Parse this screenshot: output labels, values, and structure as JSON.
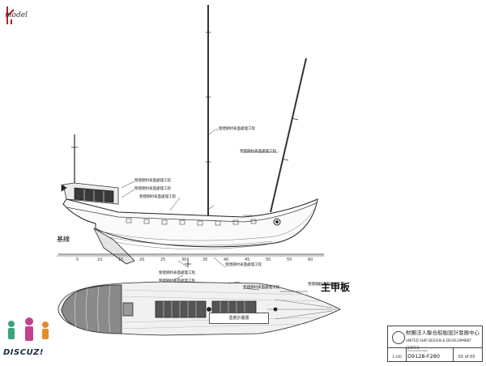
{
  "logo": {
    "text": "model"
  },
  "watermark": {
    "text": "DISCUZ!"
  },
  "labels": {
    "baseline": "基線",
    "main_deck": "主甲板",
    "sheet_title": "塗裝計畫書"
  },
  "callouts": [
    "營建鋼材表面處理工程",
    "營建鋼材表面處理工程",
    "營建鋼材表面處理工程",
    "營建鋼材表面處理工程",
    "營建鋼材表面處理工程",
    "營建鋼材表面處理工程",
    "營建鋼材表面處理工程",
    "營建鋼材表面處理工程",
    "營建鋼材表面處理工程",
    "營建鋼材表面處理工程"
  ],
  "axis_ticks": [
    "5",
    "10",
    "15",
    "20",
    "25",
    "30",
    "35",
    "40",
    "45",
    "50",
    "55",
    "60"
  ],
  "title_block": {
    "org_cn": "財團法人聯合船舶設計發展中心",
    "org_en": "UNITED SHIP DESIGN & DEVELOPMENT CENTER",
    "scale": "1:100",
    "drawing_no_caption": "Drawing Number",
    "drawing_no": "D9128-F280",
    "sheet": "03 of 03"
  }
}
